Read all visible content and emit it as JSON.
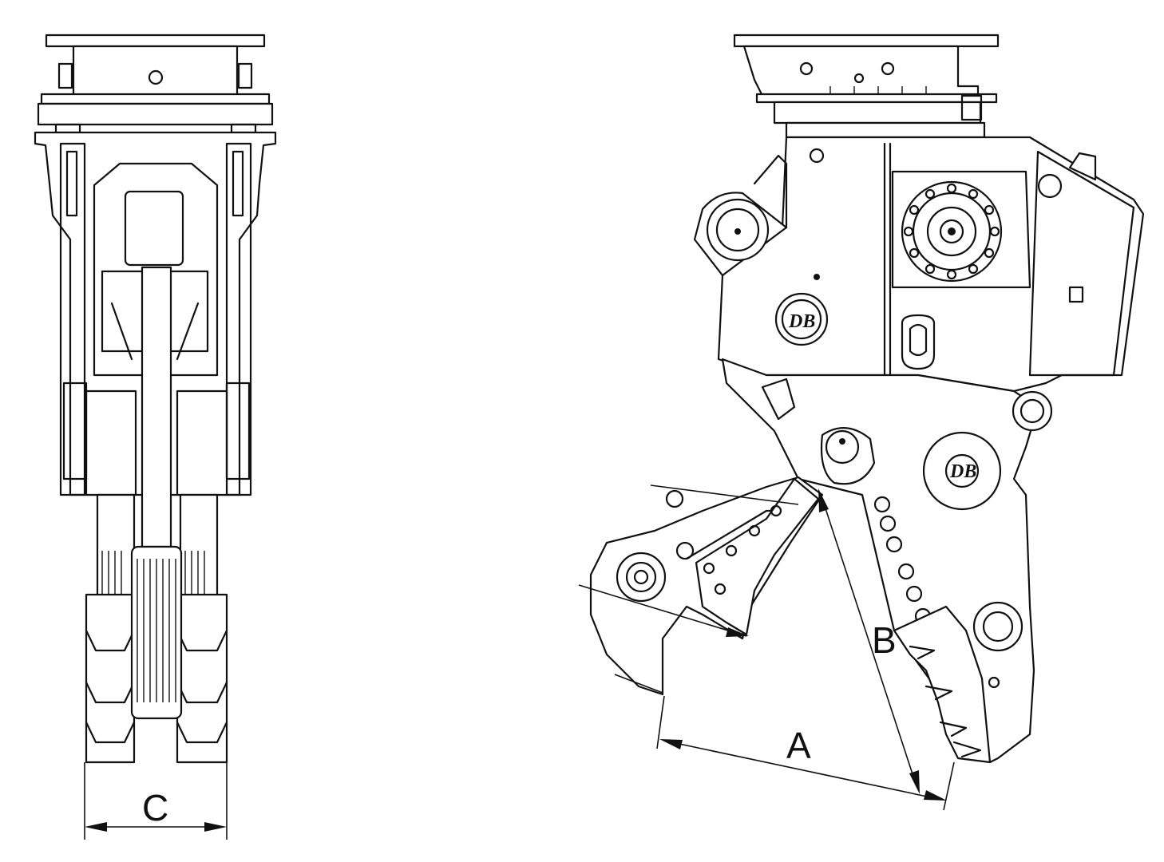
{
  "dimensions": {
    "a": "A",
    "b": "B",
    "c": "C"
  },
  "logo": {
    "text": "DB"
  }
}
